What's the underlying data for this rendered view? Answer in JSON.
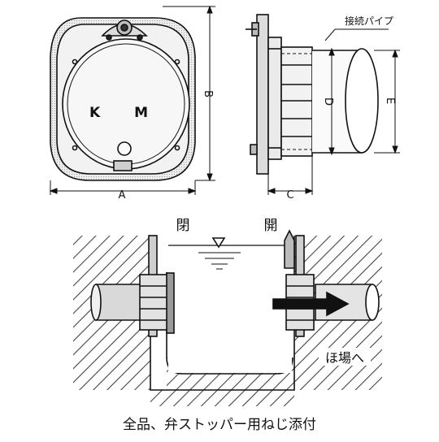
{
  "top_left": {
    "emblem": "K M",
    "dim_a": "A",
    "dim_b": "B"
  },
  "top_right": {
    "pipe_label": "接続パイプ",
    "dim_c": "C",
    "dim_d": "D",
    "dim_e": "E"
  },
  "bottom": {
    "closed_label": "閉",
    "open_label": "開",
    "field_label": "ほ場へ"
  },
  "caption": "全品、弁ストッパー用ねじ添付",
  "colors": {
    "line": "#111111",
    "fill_tone": "#e6e6e6",
    "hatch": "#555555"
  }
}
